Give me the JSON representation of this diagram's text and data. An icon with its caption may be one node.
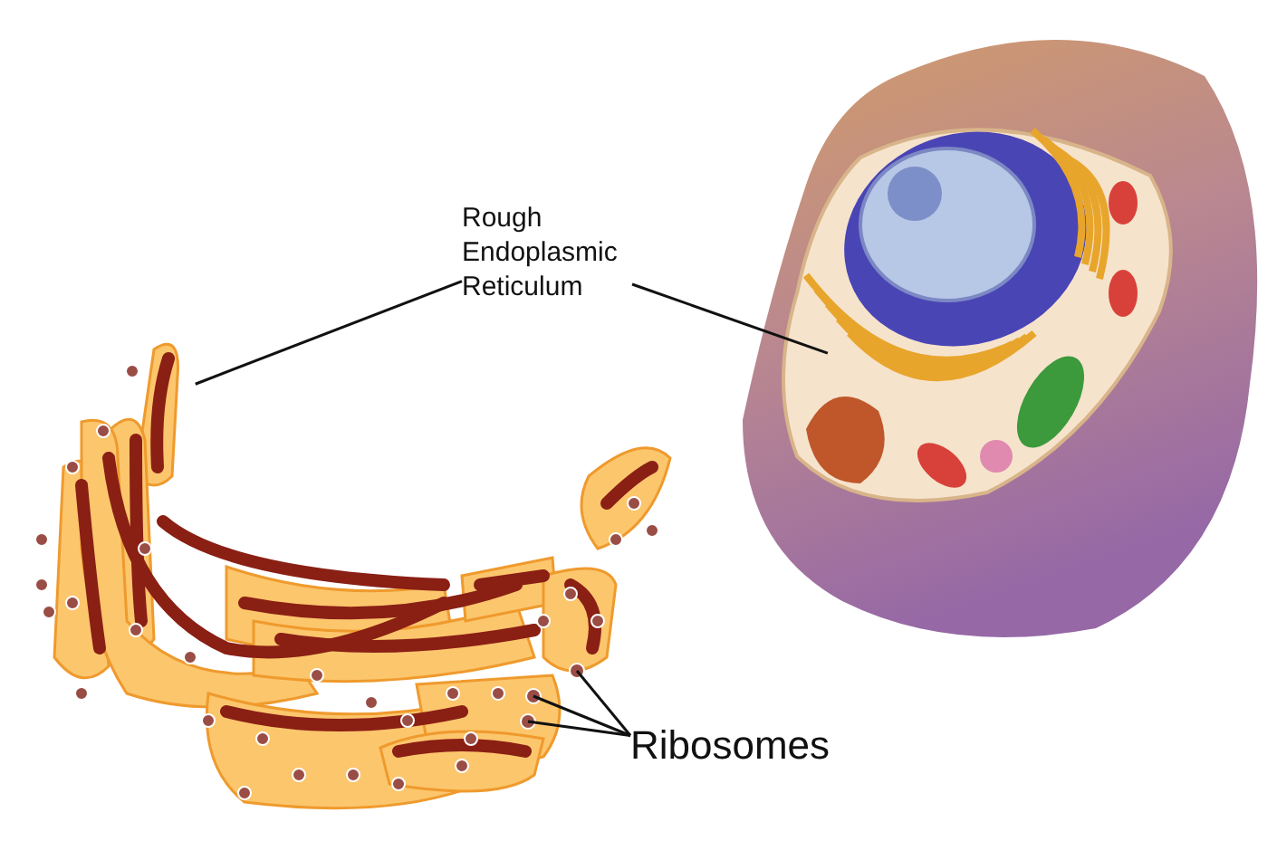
{
  "diagram": {
    "nodes": [
      {
        "text": [
          "Rough Endoplasmic Reticulum"
        ]
      },
      {
        "text": [],
        "shape": "picture"
      },
      {
        "text": [],
        "shape": "picture"
      },
      {
        "text": [
          "Ribosomes"
        ]
      },
      {
        "text": [],
        "shape": "circle",
        "in": 1
      },
      {
        "text": [],
        "shape": "circle",
        "in": 1
      },
      {
        "text": [],
        "shape": "circle",
        "in": 1
      }
    ],
    "edges": [
      {
        "from": 0,
        "to": 1,
        "arrow": "none"
      },
      {
        "from": 0,
        "to": 2,
        "arrow": "none"
      },
      {
        "from": 3,
        "to": 4,
        "arrow": "none"
      },
      {
        "from": 3,
        "to": 5,
        "arrow": "none"
      },
      {
        "from": 3,
        "to": 6,
        "arrow": "none"
      }
    ]
  }
}
